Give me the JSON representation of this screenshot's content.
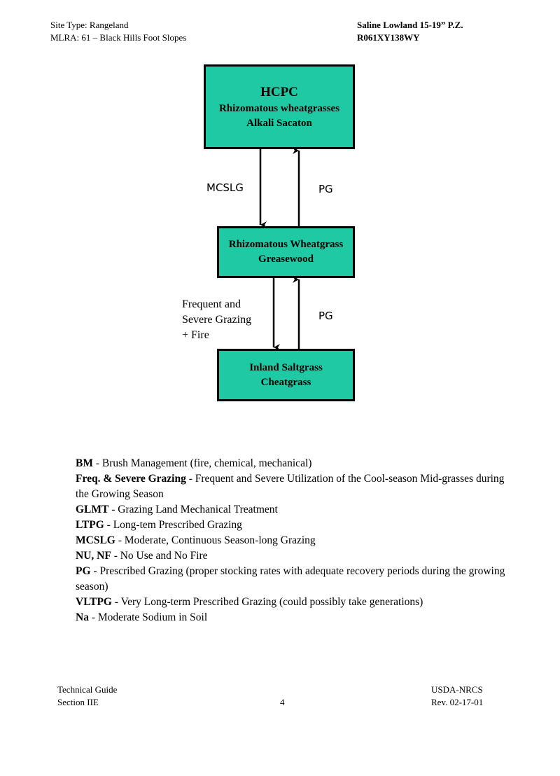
{
  "header": {
    "left_line1": "Site Type: Rangeland",
    "left_line2": "MLRA:  61 – Black Hills Foot Slopes",
    "right_line1": "Saline Lowland 15-19” P.Z.",
    "right_line2": "R061XY138WY"
  },
  "diagram": {
    "box_hcpc": {
      "title": "HCPC",
      "line1": "Rhizomatous wheatgrasses",
      "line2": "Alkali Sacaton"
    },
    "box_mid": {
      "line1": "Rhizomatous Wheatgrass",
      "line2": "Greasewood"
    },
    "box_bottom": {
      "line1": "Inland Saltgrass",
      "line2": "Cheatgrass"
    },
    "label_mcslg": "MCSLG",
    "label_pg_top": "PG",
    "label_freq_line1": "Frequent and",
    "label_freq_line2": "Severe Grazing",
    "label_freq_line3": "+ Fire",
    "label_pg_bottom": "PG",
    "box_color": "#1fc9a3"
  },
  "legend": [
    {
      "term": "BM",
      "definition": " - Brush Management (fire, chemical, mechanical)"
    },
    {
      "term": "Freq. & Severe Grazing",
      "definition": " - Frequent and Severe Utilization of the Cool-season Mid-grasses during the Growing Season"
    },
    {
      "term": "GLMT",
      "definition": " - Grazing Land Mechanical Treatment"
    },
    {
      "term": "LTPG",
      "definition": " - Long-tem Prescribed Grazing"
    },
    {
      "term": "MCSLG",
      "definition": " - Moderate, Continuous Season-long Grazing"
    },
    {
      "term": "NU, NF",
      "definition": " - No Use and No Fire"
    },
    {
      "term": "PG",
      "definition": " - Prescribed Grazing (proper stocking rates with adequate recovery periods during the growing season)"
    },
    {
      "term": "VLTPG",
      "definition": " - Very Long-term Prescribed Grazing (could possibly take generations)"
    },
    {
      "term": "Na",
      "definition": " - Moderate Sodium in Soil"
    }
  ],
  "footer": {
    "left_line1": "Technical Guide",
    "left_line2": "Section IIE",
    "page_number": "4",
    "right_line1": "USDA-NRCS",
    "right_line2": "Rev. 02-17-01"
  }
}
